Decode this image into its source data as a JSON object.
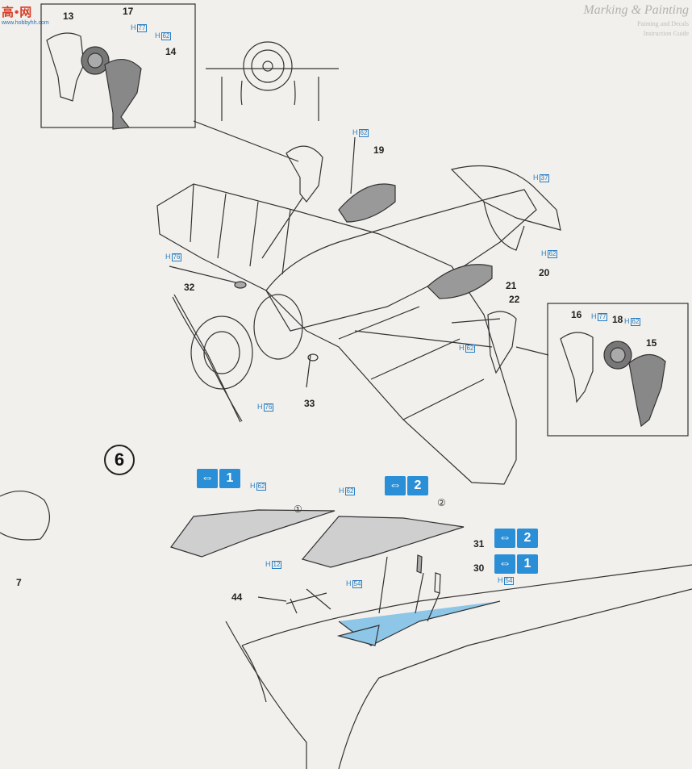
{
  "logo": {
    "line1": "高•网",
    "line2": "www.hobbyhh.com"
  },
  "marking_panel": {
    "title": "Marking & Painting",
    "lines": [
      "Painting and Decals",
      "Instruction Guide"
    ]
  },
  "header_note": "",
  "step": {
    "number": "6"
  },
  "part_labels": {
    "p13": "13",
    "p17": "17",
    "p14": "14",
    "p19": "19",
    "p20": "20",
    "p21": "21",
    "p22": "22",
    "p32": "32",
    "p33": "33",
    "p16": "16",
    "p18": "18",
    "p15": "15",
    "p7": "7",
    "p31": "31",
    "p30": "30",
    "p44": "44"
  },
  "paint_codes": {
    "top_inset_77": {
      "h": "H",
      "n": "77"
    },
    "top_inset_62": {
      "h": "H",
      "n": "62"
    },
    "cowl_62": {
      "h": "H",
      "n": "62"
    },
    "tail_37": {
      "h": "H",
      "n": "37"
    },
    "wheel_cover_62": {
      "h": "H",
      "n": "62"
    },
    "left_76": {
      "h": "H",
      "n": "76"
    },
    "bottom_76": {
      "h": "H",
      "n": "76"
    },
    "gear_62": {
      "h": "H",
      "n": "62"
    },
    "right_inset_77": {
      "h": "H",
      "n": "77"
    },
    "right_inset_62": {
      "h": "H",
      "n": "62"
    },
    "canopy1_62": {
      "h": "H",
      "n": "62"
    },
    "canopy2_62": {
      "h": "H",
      "n": "62"
    },
    "rod_12": {
      "h": "H",
      "n": "12"
    },
    "cockpit_54a": {
      "h": "H",
      "n": "54"
    },
    "cockpit_54b": {
      "h": "H",
      "n": "54"
    }
  },
  "variant_badges": {
    "canopy1": {
      "arrow": "⇔",
      "num": "1"
    },
    "canopy2": {
      "arrow": "⇔",
      "num": "2"
    },
    "part31": {
      "arrow": "⇔",
      "num": "2"
    },
    "part30": {
      "arrow": "⇔",
      "num": "1"
    }
  },
  "circled_marks": {
    "c1": "①",
    "c2": "②"
  }
}
